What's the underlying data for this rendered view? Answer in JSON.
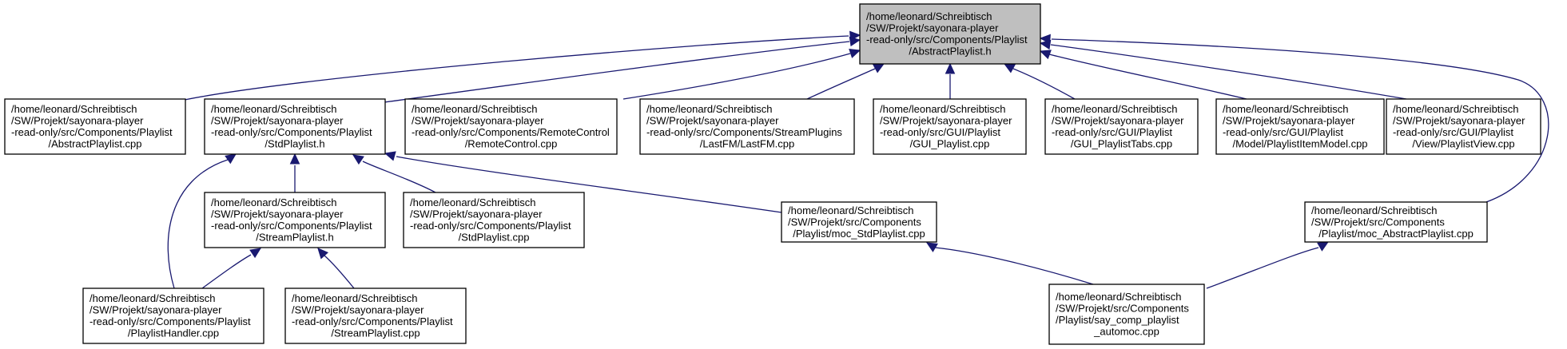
{
  "graph": {
    "title": "",
    "nodes": [
      {
        "id": "root",
        "root": true,
        "lines": [
          "/home/leonard/Schreibtisch",
          "/SW/Projekt/sayonara-player",
          "-read-only/src/Components/Playlist",
          "/AbstractPlaylist.h"
        ]
      },
      {
        "id": "n1",
        "lines": [
          "/home/leonard/Schreibtisch",
          "/SW/Projekt/sayonara-player",
          "-read-only/src/Components/Playlist",
          "/AbstractPlaylist.cpp"
        ]
      },
      {
        "id": "n2",
        "lines": [
          "/home/leonard/Schreibtisch",
          "/SW/Projekt/sayonara-player",
          "-read-only/src/Components/Playlist",
          "/StdPlaylist.h"
        ]
      },
      {
        "id": "n3",
        "lines": [
          "/home/leonard/Schreibtisch",
          "/SW/Projekt/sayonara-player",
          "-read-only/src/Components/RemoteControl",
          "/RemoteControl.cpp"
        ]
      },
      {
        "id": "n4",
        "lines": [
          "/home/leonard/Schreibtisch",
          "/SW/Projekt/sayonara-player",
          "-read-only/src/Components/StreamPlugins",
          "/LastFM/LastFM.cpp"
        ]
      },
      {
        "id": "n5",
        "lines": [
          "/home/leonard/Schreibtisch",
          "/SW/Projekt/sayonara-player",
          "-read-only/src/GUI/Playlist",
          "/GUI_Playlist.cpp"
        ]
      },
      {
        "id": "n6",
        "lines": [
          "/home/leonard/Schreibtisch",
          "/SW/Projekt/sayonara-player",
          "-read-only/src/GUI/Playlist",
          "/GUI_PlaylistTabs.cpp"
        ]
      },
      {
        "id": "n7",
        "lines": [
          "/home/leonard/Schreibtisch",
          "/SW/Projekt/sayonara-player",
          "-read-only/src/GUI/Playlist",
          "/Model/PlaylistItemModel.cpp"
        ]
      },
      {
        "id": "n8",
        "lines": [
          "/home/leonard/Schreibtisch",
          "/SW/Projekt/sayonara-player",
          "-read-only/src/GUI/Playlist",
          "/View/PlaylistView.cpp"
        ]
      },
      {
        "id": "n9",
        "lines": [
          "/home/leonard/Schreibtisch",
          "/SW/Projekt/sayonara-player",
          "-read-only/src/Components/Playlist",
          "/StreamPlaylist.h"
        ]
      },
      {
        "id": "n10",
        "lines": [
          "/home/leonard/Schreibtisch",
          "/SW/Projekt/sayonara-player",
          "-read-only/src/Components/Playlist",
          "/StdPlaylist.cpp"
        ]
      },
      {
        "id": "n11",
        "lines": [
          "/home/leonard/Schreibtisch",
          "/SW/Projekt/src/Components",
          "/Playlist/moc_StdPlaylist.cpp"
        ]
      },
      {
        "id": "n12",
        "lines": [
          "/home/leonard/Schreibtisch",
          "/SW/Projekt/src/Components",
          "/Playlist/moc_AbstractPlaylist.cpp"
        ]
      },
      {
        "id": "n13",
        "lines": [
          "/home/leonard/Schreibtisch",
          "/SW/Projekt/sayonara-player",
          "-read-only/src/Components/Playlist",
          "/PlaylistHandler.cpp"
        ]
      },
      {
        "id": "n14",
        "lines": [
          "/home/leonard/Schreibtisch",
          "/SW/Projekt/sayonara-player",
          "-read-only/src/Components/Playlist",
          "/StreamPlaylist.cpp"
        ]
      },
      {
        "id": "n15",
        "lines": [
          "/home/leonard/Schreibtisch",
          "/SW/Projekt/src/Components",
          "/Playlist/say_comp_playlist",
          "_automoc.cpp"
        ]
      }
    ],
    "edges": [
      {
        "from": "n1",
        "to": "root"
      },
      {
        "from": "n2",
        "to": "root"
      },
      {
        "from": "n3",
        "to": "root"
      },
      {
        "from": "n4",
        "to": "root"
      },
      {
        "from": "n5",
        "to": "root"
      },
      {
        "from": "n6",
        "to": "root"
      },
      {
        "from": "n7",
        "to": "root"
      },
      {
        "from": "n8",
        "to": "root"
      },
      {
        "from": "n12",
        "to": "root"
      },
      {
        "from": "n13",
        "to": "n2"
      },
      {
        "from": "n9",
        "to": "n2"
      },
      {
        "from": "n10",
        "to": "n2"
      },
      {
        "from": "n11",
        "to": "n2"
      },
      {
        "from": "n13",
        "to": "n9"
      },
      {
        "from": "n14",
        "to": "n9"
      },
      {
        "from": "n15",
        "to": "n11"
      },
      {
        "from": "n15",
        "to": "n12"
      }
    ],
    "colors": {
      "edge": "#191970",
      "root_fill": "#bfbfbf",
      "node_fill": "#ffffff",
      "border": "#000000"
    }
  }
}
